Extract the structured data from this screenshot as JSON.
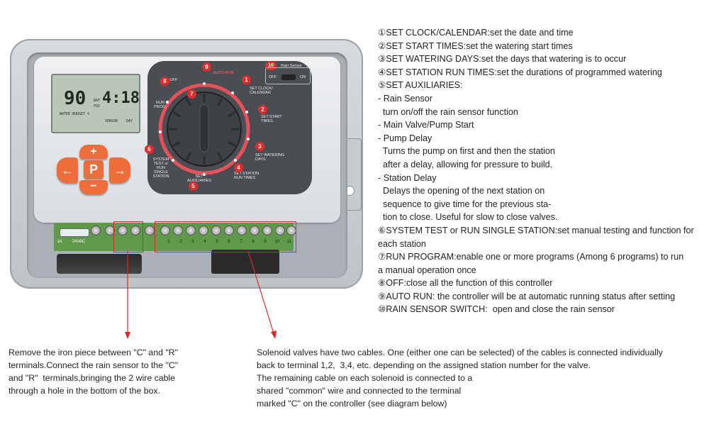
{
  "instructions": [
    "①SET CLOCK/CALENDAR:set the date and time",
    "②SET START TIMES:set the watering start times",
    "③SET WATERING DAYS:set the days that watering is to occur",
    "④SET STATION RUN TIMES:set the durations of programmed watering",
    "⑤SET AUXILIARIES:",
    "- Rain Sensor",
    "  turn on/off the rain sensor function",
    "- Main Valve/Pump Start",
    "- Pump Delay",
    "  Turns the pump on first and then the station",
    "  after a delay, allowing for pressure to build.",
    "- Station Delay",
    "  Delays the opening of the next station on",
    "  sequence to give time for the previous sta-",
    "  tion to close. Useful for slow to close valves.",
    "⑥SYSTEM TEST or RUN SINGLE STATION:set manual testing and function for",
    "each station",
    "⑦RUN PROGRAM:enable one or more programs (Among 6 programs) to run",
    "a manual operation once",
    "⑧OFF:close all the function of this controller",
    "⑨AUTO RUN: the controller will be at automatic running status after setting",
    "⑩RAIN SENSOR SWITCH:  open and close the rain sensor"
  ],
  "note_left": [
    "Remove the iron piece between \"C\" and \"R\"",
    "terminals.Connect the rain sensor to the \"C\"",
    "and \"R\"  terminals,bringing the 2 wire cable",
    "through a hole in the bottom of the box."
  ],
  "note_right": [
    "Solenoid valves have two cables. One (either one can be selected) of the cables is connected individually",
    "back to terminal 1,2,  3,4, etc. depending on the assigned station number for the valve.",
    "The remaining cable on each solenoid is connected to a",
    "shared \"common\" wire and connected to the terminal",
    "marked \"C\" on the controller (see diagram below)"
  ],
  "lcd": {
    "budget_value": "90",
    "time_value": "4:18",
    "budget_label": "WATER BUDGET %",
    "bat_label": "BAT",
    "fri_label": "FRI",
    "sensor_label": "SENSOR",
    "day_label": "DAY"
  },
  "dial": {
    "labels": {
      "set_clock": "SET CLOCK/ CALENDAR",
      "set_start": "SET START TIMES",
      "set_days": "SET WATERING DAYS",
      "set_run": "SET STATION RUN TIMES",
      "set_aux": "SET AUXILIARIES",
      "system_test": "SYSTEM TEST or RUN SINGLE STATION",
      "run_prog": "RUN PROG.",
      "off": "OFF",
      "auto_run": "AUTO-RUN"
    },
    "badges": [
      "1",
      "2",
      "3",
      "4",
      "5",
      "6",
      "7",
      "8",
      "9",
      "10"
    ],
    "rain_sensor_title": "Rain Sensor",
    "switch_off": "OFF",
    "switch_on": "ON"
  },
  "buttons": {
    "plus": "+",
    "minus": "−",
    "p": "P",
    "left": "←",
    "right": "→"
  },
  "terminal": {
    "fuse_label": "1A",
    "voltage_label": "24VAC",
    "numbers": [
      "1",
      "2",
      "3",
      "4",
      "5",
      "6",
      "7",
      "8",
      "9",
      "10",
      "11"
    ]
  },
  "colors": {
    "accent_red": "#d82a2a",
    "button_orange": "#ef6d3b",
    "strip_green": "#5f9a4b"
  }
}
